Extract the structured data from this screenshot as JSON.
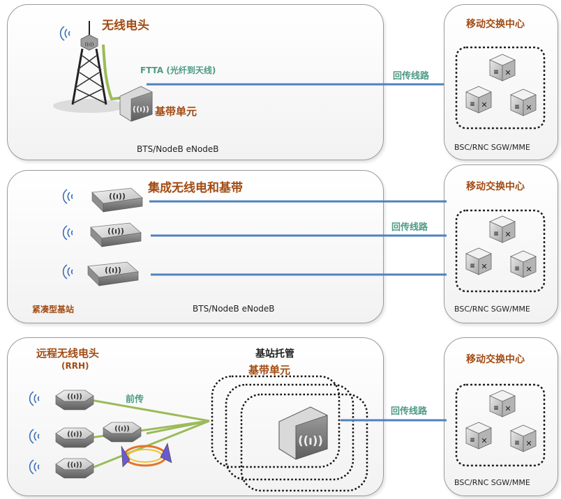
{
  "row1": {
    "radio_head_label": "无线电头",
    "ftta_label": "FTTA (光纤到天线)",
    "baseband_label": "基带单元",
    "bts_label": "BTS/NodeB eNodeB",
    "backhaul_label": "回传线路",
    "msc_title": "移动交换中心",
    "msc_label": "BSC/RNC SGW/MME"
  },
  "row2": {
    "integrated_label": "集成无线电和基带",
    "compact_label": "紧凑型基站",
    "bts_label": "BTS/NodeB eNodeB",
    "backhaul_label": "回传线路",
    "msc_title": "移动交换中心",
    "msc_label": "BSC/RNC SGW/MME"
  },
  "row3": {
    "rrh_label": "远程无线电头",
    "rrh_sub": "(RRH)",
    "fronthaul_label": "前传",
    "hosting_label": "基站托管",
    "baseband_label": "基带单元",
    "backhaul_label": "回传线路",
    "msc_title": "移动交换中心",
    "msc_label": "BSC/RNC SGW/MME"
  },
  "colors": {
    "line_blue": "#4f81bd",
    "fiber_green": "#9bbb59",
    "text_brown": "#a24b12",
    "text_green": "#4d9a84"
  }
}
